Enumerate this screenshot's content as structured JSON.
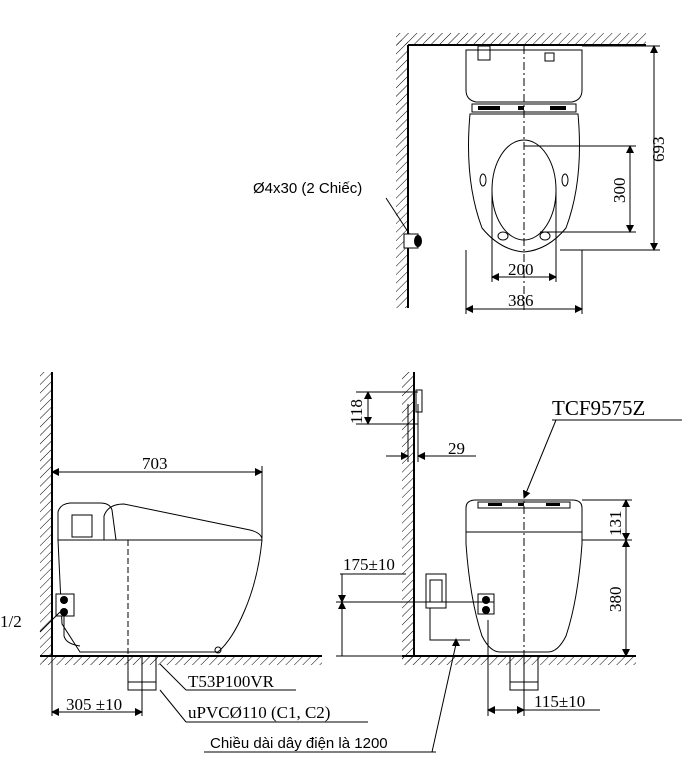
{
  "top_view": {
    "screw_label": "Ø4x30 (2 Chiếc)",
    "dim_693": "693",
    "dim_300": "300",
    "dim_200": "200",
    "dim_386": "386"
  },
  "side_view": {
    "dim_703": "703",
    "pipe_label_partial": "1/2",
    "dim_305": "305 ±10",
    "label_t53": "T53P100VR",
    "label_upvc": "uPVCØ110 (C1, C2)"
  },
  "front_view": {
    "model": "TCF9575Z",
    "dim_118": "118",
    "dim_29": "29",
    "dim_175": "175±10",
    "dim_131": "131",
    "dim_380": "380",
    "dim_115": "115±10"
  },
  "cable_label": "Chiều dài dây điện là 1200"
}
